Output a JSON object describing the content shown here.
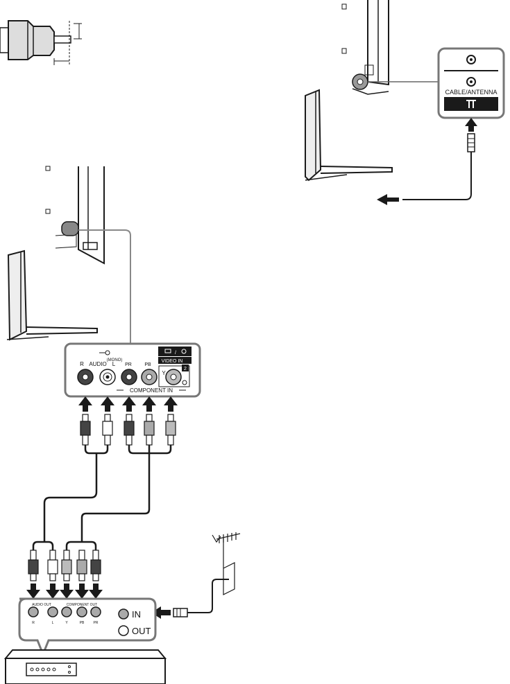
{
  "antenna_panel": {
    "port_label": "CABLE/ANTENNA",
    "symbol": "antenna-symbol"
  },
  "tv_panel": {
    "mono_label": "(MONO)",
    "audio_label": "AUDIO",
    "r_label": "R",
    "l_label": "L",
    "pr_label": "PR",
    "pb_label": "PB",
    "y_label": "Y",
    "component_in_label": "COMPONENT IN",
    "video_in_label": "VIDEO IN",
    "video_in_number": "2",
    "input_icon": "input-arrow-icon"
  },
  "source_device": {
    "audio_out_label": "AUDIO OUT",
    "component_out_label": "COMPONENT OUT",
    "jack_labels": [
      "R",
      "L",
      "Y",
      "PB",
      "PR"
    ],
    "in_label": "IN",
    "out_label": "OUT"
  },
  "colors": {
    "line": "#1a1a1a",
    "panel_fill": "#ffffff",
    "dark_jack": "#3a3a3a"
  }
}
